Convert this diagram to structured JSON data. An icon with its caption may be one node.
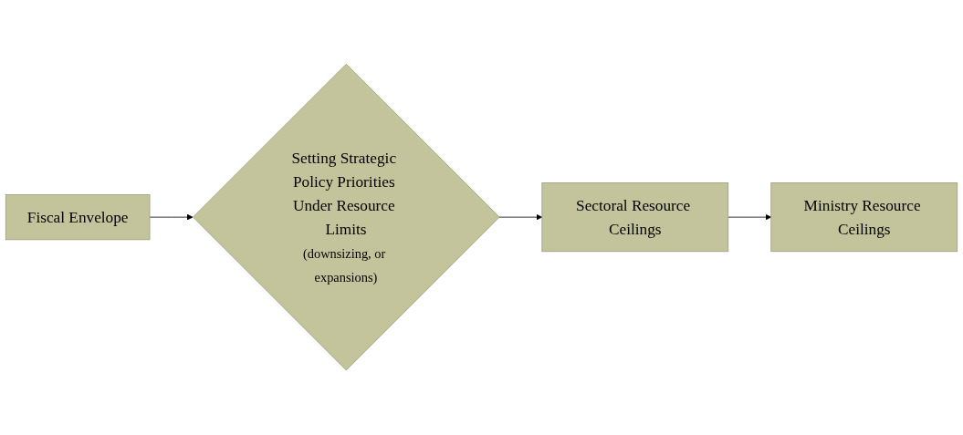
{
  "diagram": {
    "nodes": [
      {
        "text": [
          "Fiscal Envelope"
        ]
      },
      {
        "text": [
          "Setting Strategic Policy Priorities Under Resource Limits",
          "(downsizing, or expansions)"
        ]
      },
      {
        "text": [
          "Sectoral Resource Ceilings"
        ]
      },
      {
        "text": [
          "Ministry Resource Ceilings"
        ]
      }
    ],
    "edges": [
      {
        "from": 0,
        "to": 1,
        "arrow": "to"
      },
      {
        "from": 1,
        "to": 2,
        "arrow": "to"
      },
      {
        "from": 2,
        "to": 3,
        "arrow": "to"
      }
    ]
  }
}
